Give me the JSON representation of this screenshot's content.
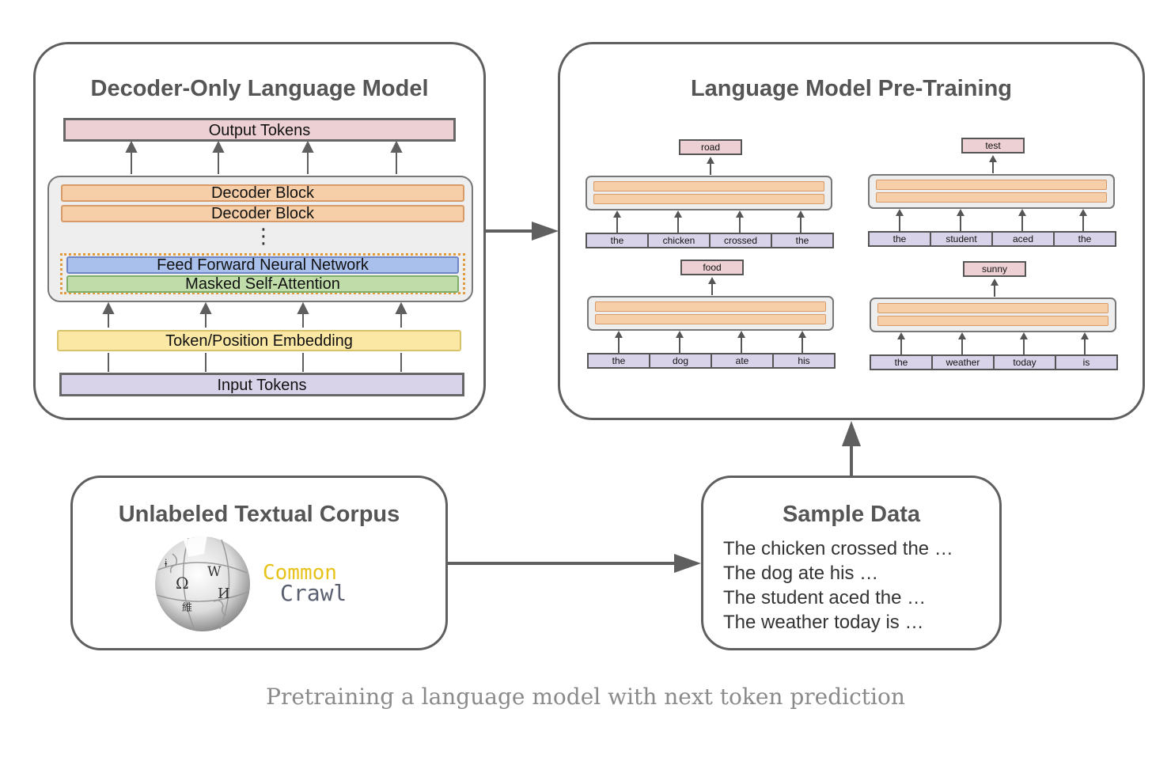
{
  "decoder_panel": {
    "title": "Decoder-Only Language Model",
    "output_tokens": "Output Tokens",
    "decoder_block_1": "Decoder Block",
    "decoder_block_2": "Decoder Block",
    "ellipsis": "⋮",
    "ffnn": "Feed Forward Neural Network",
    "attention": "Masked Self-Attention",
    "embedding": "Token/Position Embedding",
    "input_tokens": "Input Tokens"
  },
  "pretraining_panel": {
    "title": "Language Model Pre-Training",
    "examples": [
      {
        "target": "road",
        "tokens": [
          "the",
          "chicken",
          "crossed",
          "the"
        ]
      },
      {
        "target": "test",
        "tokens": [
          "the",
          "student",
          "aced",
          "the"
        ]
      },
      {
        "target": "food",
        "tokens": [
          "the",
          "dog",
          "ate",
          "his"
        ]
      },
      {
        "target": "sunny",
        "tokens": [
          "the",
          "weather",
          "today",
          "is"
        ]
      }
    ]
  },
  "corpus_panel": {
    "title": "Unlabeled Textual Corpus",
    "logo_common": "Common",
    "logo_crawl": "Crawl"
  },
  "sample_panel": {
    "title": "Sample Data",
    "lines": [
      "The chicken crossed the …",
      "The dog ate his …",
      "The student aced the …",
      "The weather today is …"
    ]
  },
  "caption": "Pretraining a language model with next token prediction",
  "colors": {
    "output": "#ecd0d4",
    "decoder": "#f6cfa8",
    "ffnn": "#a9c0ec",
    "attention": "#bfdca9",
    "embedding": "#fbe8a4",
    "input": "#d9d3e9",
    "frame": "#5f5f5f",
    "common": "#e7c218",
    "crawl": "#5a6070"
  }
}
